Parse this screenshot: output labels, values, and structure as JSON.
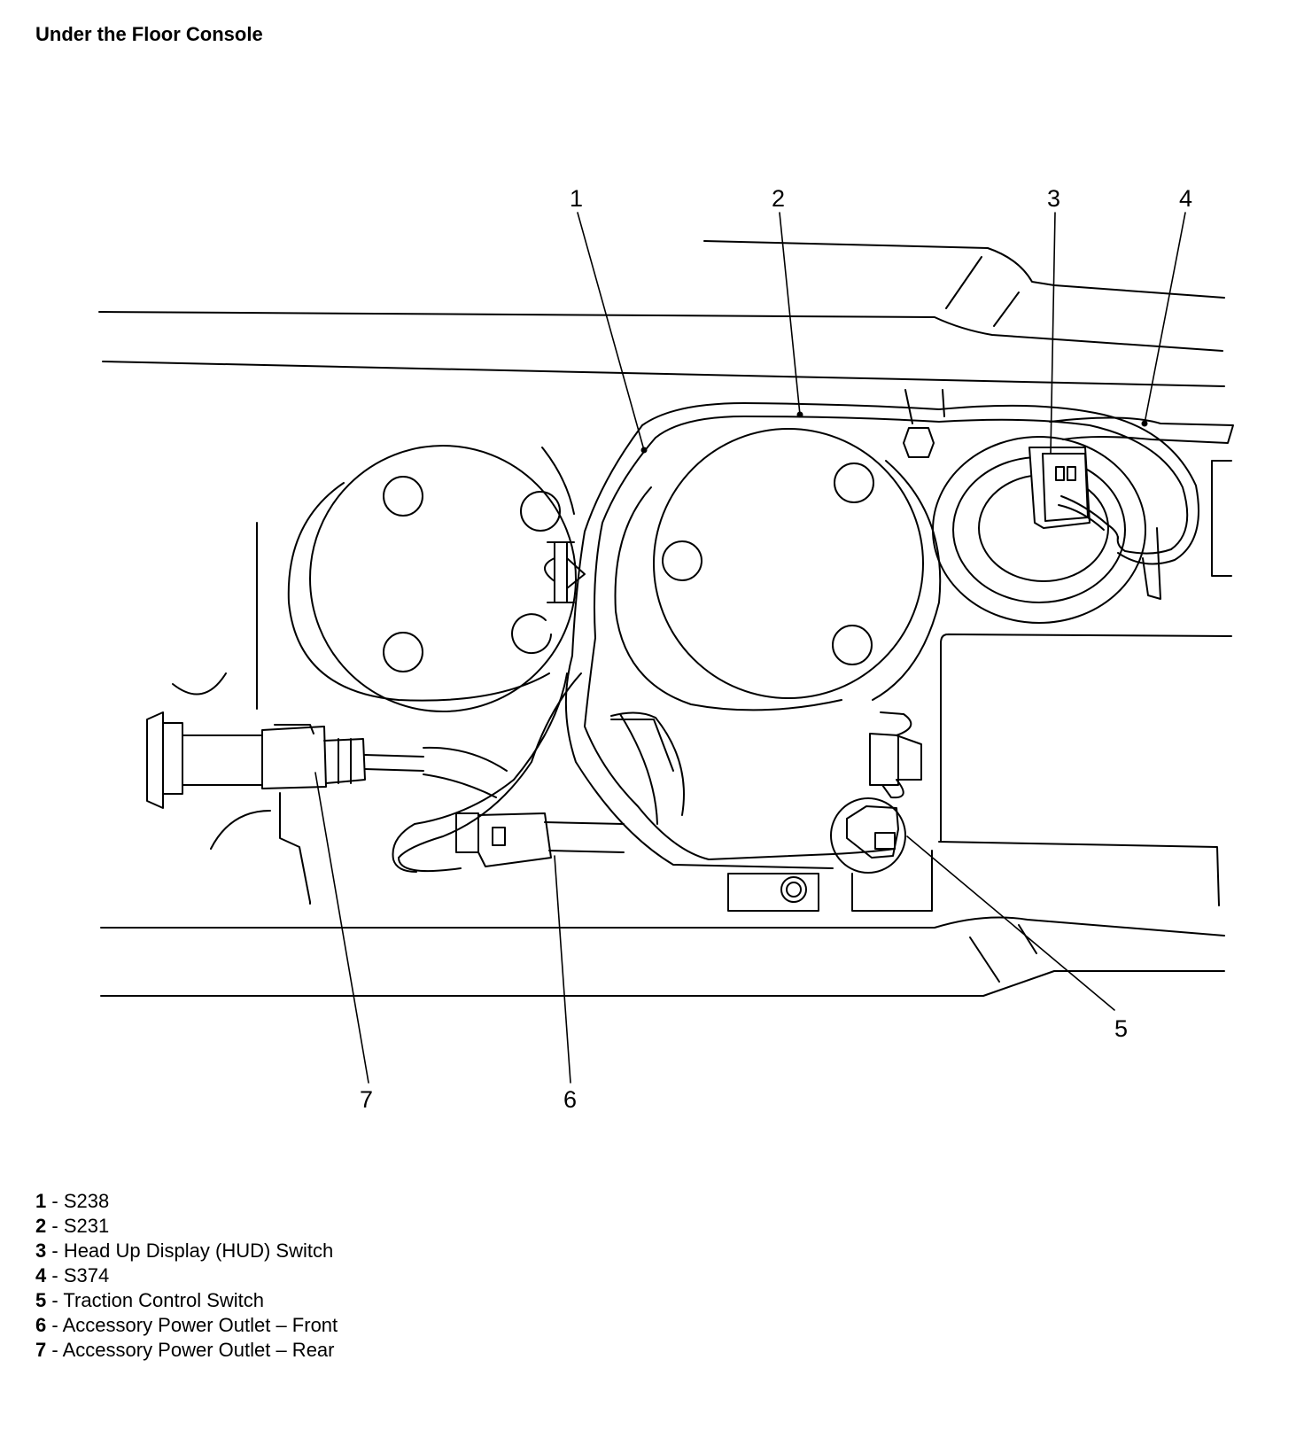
{
  "title": "Under the Floor Console",
  "callouts": [
    {
      "num": "1",
      "label": "S238"
    },
    {
      "num": "2",
      "label": "S231"
    },
    {
      "num": "3",
      "label": "Head Up Display (HUD) Switch"
    },
    {
      "num": "4",
      "label": "S374"
    },
    {
      "num": "5",
      "label": "Traction Control Switch"
    },
    {
      "num": "6",
      "label": "Accessory Power Outlet – Front"
    },
    {
      "num": "7",
      "label": "Accessory Power Outlet – Rear"
    }
  ],
  "legend_separator": " - "
}
